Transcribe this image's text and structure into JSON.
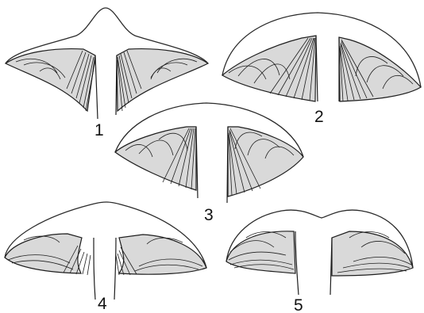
{
  "figure": {
    "labels": [
      "1",
      "2",
      "3",
      "4",
      "5"
    ]
  }
}
